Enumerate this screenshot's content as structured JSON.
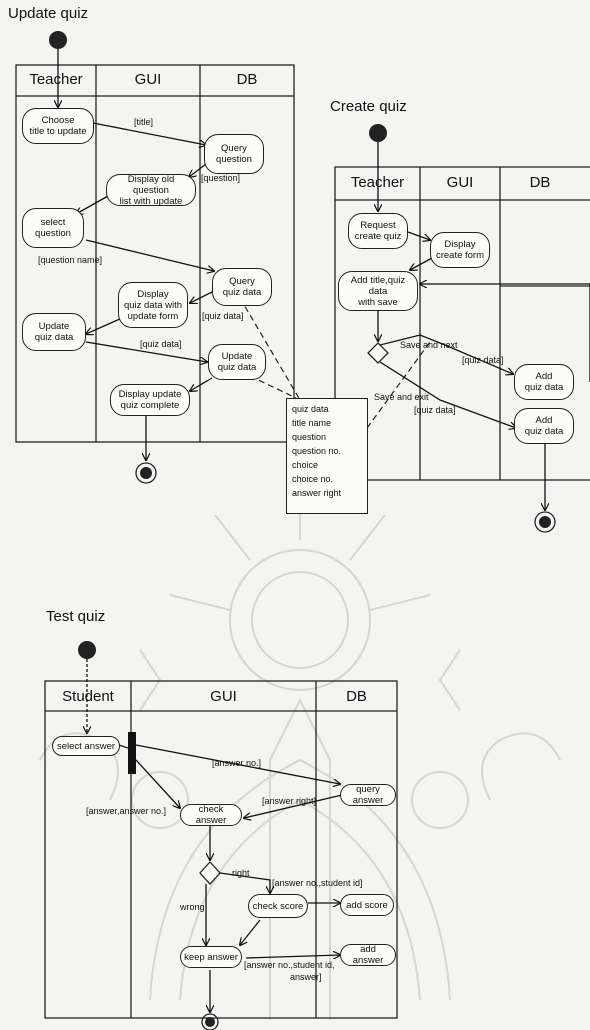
{
  "update": {
    "title": "Update quiz",
    "lanes": [
      "Teacher",
      "GUI",
      "DB"
    ],
    "nodes": {
      "choose": "Choose\ntitle to update",
      "query_q": "Query\nquestion",
      "display_old": "Display old question\nlist with update",
      "select_q": "select\nquestion",
      "query_data": "Query\nquiz data",
      "display_form": "Display\nquiz data with\nupdate form",
      "update_teacher": "Update\nquiz data",
      "update_db": "Update\nquiz data",
      "display_complete": "Display update\nquiz complete"
    },
    "labels": {
      "title": "[title]",
      "question": "[question]",
      "question_name": "[question name]",
      "quiz_data_1": "[quiz data]",
      "quiz_data_2": "[quiz data]"
    }
  },
  "note": {
    "lines": [
      "quiz data",
      "title name",
      "question",
      "question no.",
      "choice",
      "choice no.",
      "answer right"
    ]
  },
  "create": {
    "title": "Create quiz",
    "lanes": [
      "Teacher",
      "GUI",
      "DB"
    ],
    "nodes": {
      "request": "Request\ncreate quiz",
      "display_form": "Display\ncreate form",
      "add_title": "Add title,quiz data\nwith save",
      "add_data_1": "Add\nquiz data",
      "add_data_2": "Add\nquiz data"
    },
    "labels": {
      "save_next": "Save and next",
      "save_exit": "Save and exit",
      "quiz_data_1": "[quiz data]",
      "quiz_data_2": "[quiz data]"
    }
  },
  "test": {
    "title": "Test quiz",
    "lanes": [
      "Student",
      "GUI",
      "DB"
    ],
    "nodes": {
      "select": "select answer",
      "check": "check answer",
      "query": "query answer",
      "score": "check score",
      "add_score": "add score",
      "keep": "keep answer",
      "add_answer": "add answer"
    },
    "labels": {
      "answer_no": "[answer no.]",
      "answer_answer_no": "[answer,answer no.]",
      "answer_right": "[answer right]",
      "right": "right",
      "wrong": "wrong",
      "answer_no_student": "[answer no.,student id]",
      "answer_no_student_answer_1": "[answer no.,student id,",
      "answer_no_student_answer_2": "answer]"
    }
  }
}
